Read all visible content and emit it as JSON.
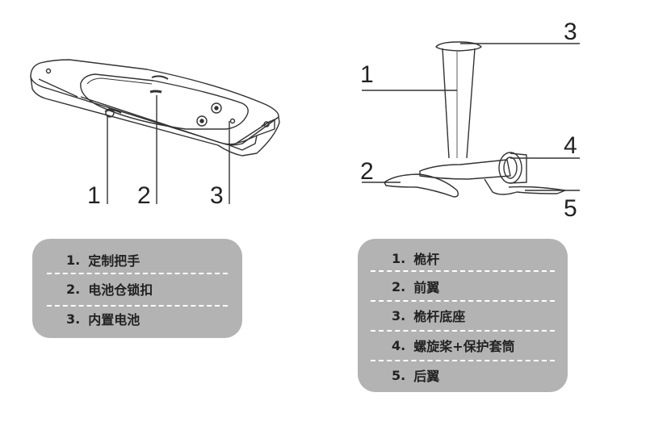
{
  "board": {
    "callouts": [
      "1",
      "2",
      "3"
    ],
    "legend": [
      {
        "num": "1.",
        "label": "定制把手"
      },
      {
        "num": "2.",
        "label": "电池仓锁扣"
      },
      {
        "num": "3.",
        "label": "内置电池"
      }
    ]
  },
  "foil": {
    "callouts": [
      "1",
      "2",
      "3",
      "4",
      "5"
    ],
    "legend": [
      {
        "num": "1.",
        "label": "桅杆"
      },
      {
        "num": "2.",
        "label": "前翼"
      },
      {
        "num": "3.",
        "label": "桅杆底座"
      },
      {
        "num": "4.",
        "label": "螺旋桨+保护套筒"
      },
      {
        "num": "5.",
        "label": "后翼"
      }
    ]
  },
  "colors": {
    "legend_bg": "#b3b3b3",
    "line": "#333333",
    "separator": "#ffffff"
  }
}
